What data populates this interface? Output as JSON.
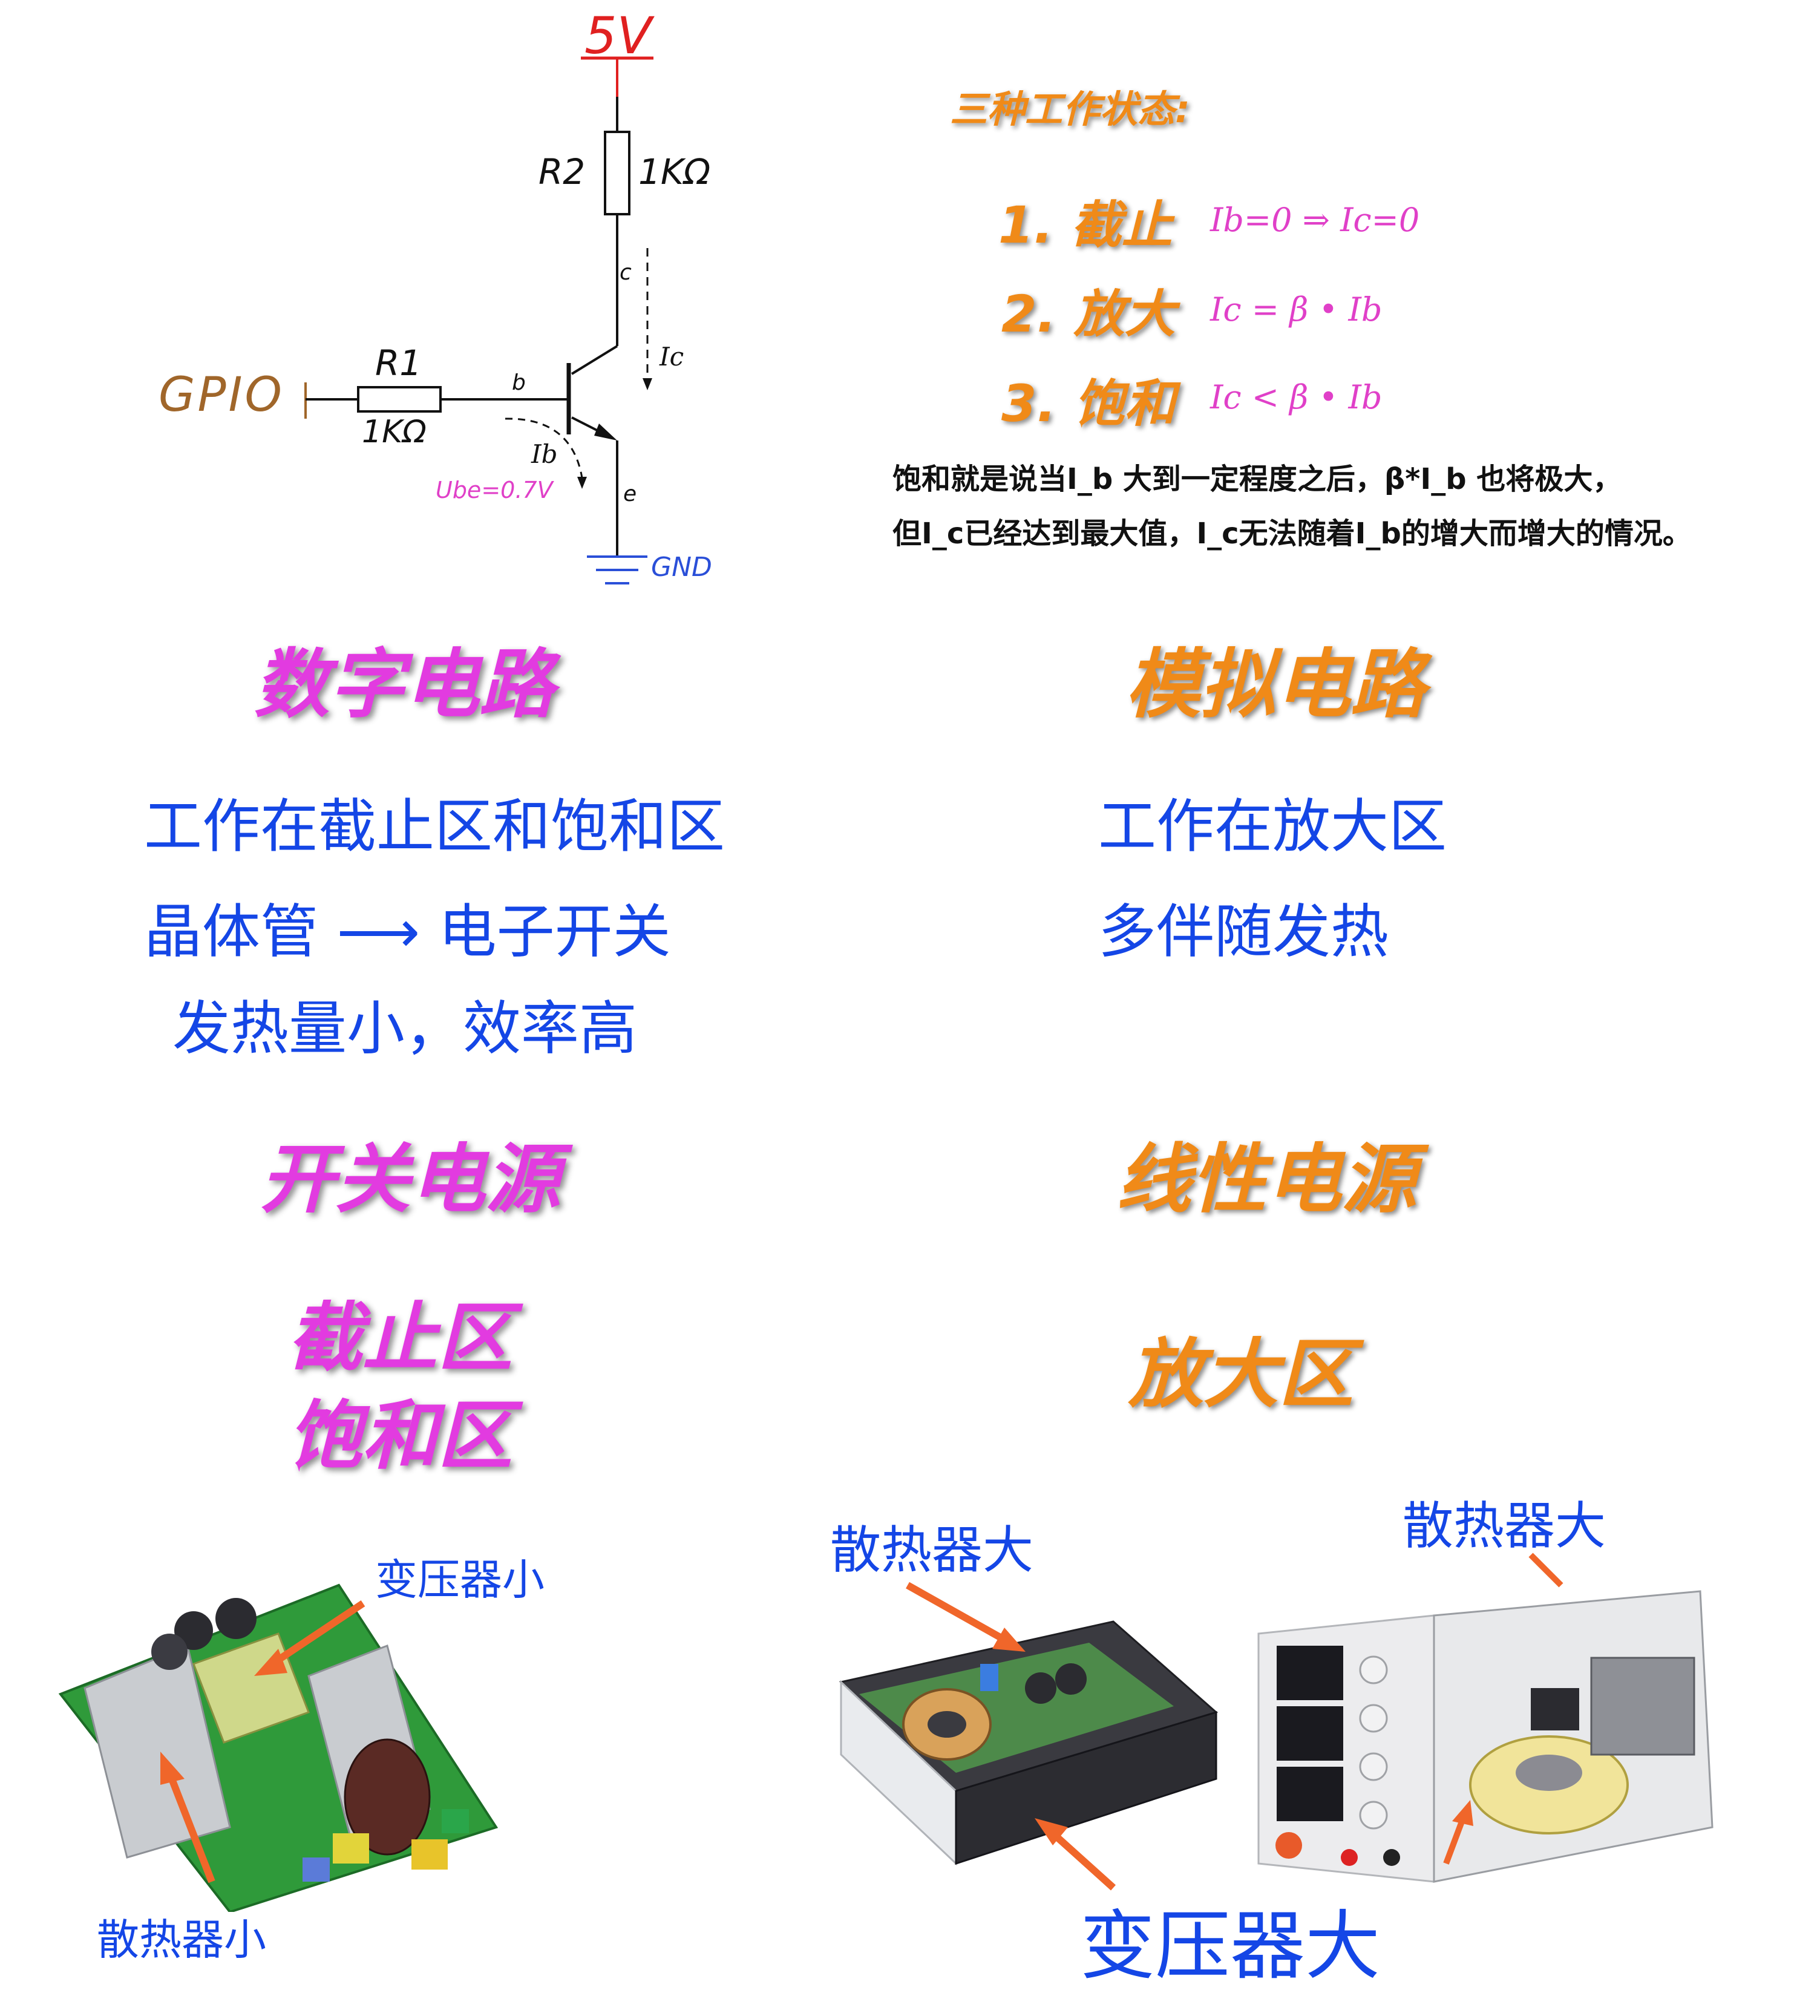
{
  "schematic": {
    "vcc": "5V",
    "r2": "R2",
    "r2_value": "1KΩ",
    "collector": "c",
    "ic": "Ic",
    "gpio": "GPIO",
    "r1": "R1",
    "r1_value": "1KΩ",
    "base": "b",
    "ib": "Ib",
    "ube": "Ube=0.7V",
    "emitter": "e",
    "gnd": "GND"
  },
  "states": {
    "heading": "三种工作状态:",
    "items": [
      {
        "label": "1. 截止",
        "formula": "Ib=0 ⇒ Ic=0"
      },
      {
        "label": "2. 放大",
        "formula": "Ic = β • Ib"
      },
      {
        "label": "3. 饱和",
        "formula": "Ic < β • Ib"
      }
    ],
    "note_line1": "饱和就是说当I_b 大到一定程度之后，β*I_b 也将极大，",
    "note_line2": "但I_c已经达到最大值，I_c无法随着I_b的增大而增大的情况。"
  },
  "digital": {
    "title": "数字电路",
    "line1": "工作在截止区和饱和区",
    "line2": "晶体管 ⟶ 电子开关",
    "line3": "发热量小，效率高"
  },
  "analog": {
    "title": "模拟电路",
    "line1": "工作在放大区",
    "line2": "多伴随发热"
  },
  "switching_psu": {
    "title": "开关电源",
    "region1": "截止区",
    "region2": "饱和区"
  },
  "linear_psu": {
    "title": "线性电源",
    "region": "放大区"
  },
  "photos": {
    "left_transformer": "变压器小",
    "left_heatsink": "散热器小",
    "mid_heatsink": "散热器大",
    "right_heatsink": "散热器大",
    "bottom_transformer": "变压器大"
  },
  "colors": {
    "orange": "#f08a18",
    "magenta": "#e23be0",
    "blue": "#1446e6",
    "red": "#e02020",
    "gpio_brown": "#a0662a",
    "arrow": "#f0662a"
  }
}
